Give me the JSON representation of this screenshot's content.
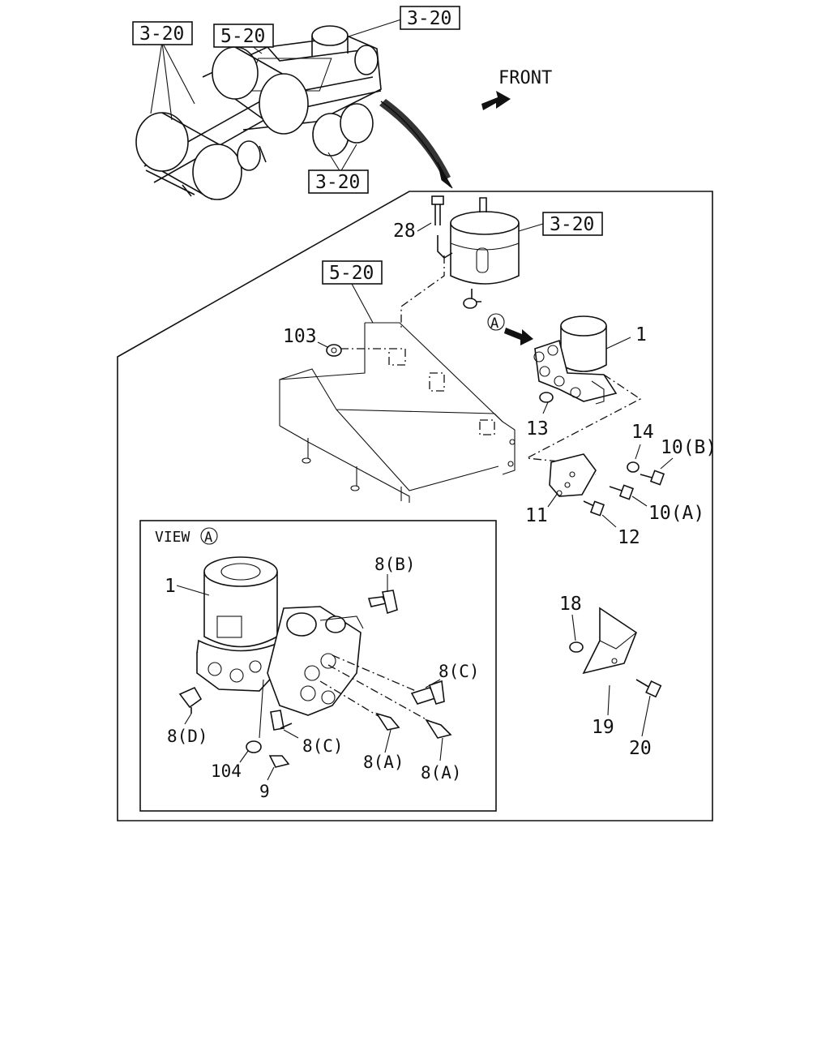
{
  "overview_refs": {
    "r1": "3-20",
    "r2": "5-20",
    "r3": "3-20",
    "r4": "3-20"
  },
  "front_label": "FRONT",
  "detail_refs": {
    "r5": "3-20",
    "r6": "5-20"
  },
  "view_callout": "A",
  "view_title": "VIEW",
  "view_circle": "A",
  "parts": {
    "p1": "1",
    "p10a": "10(A)",
    "p10b": "10(B)",
    "p11": "11",
    "p12": "12",
    "p13": "13",
    "p14": "14",
    "p18": "18",
    "p19": "19",
    "p20": "20",
    "p28": "28",
    "p103": "103"
  },
  "view_parts": {
    "v1": "1",
    "v8b": "8(B)",
    "v8c1": "8(C)",
    "v8c2": "8(C)",
    "v8d": "8(D)",
    "v8a1": "8(A)",
    "v8a2": "8(A)",
    "v104": "104",
    "v9": "9"
  }
}
